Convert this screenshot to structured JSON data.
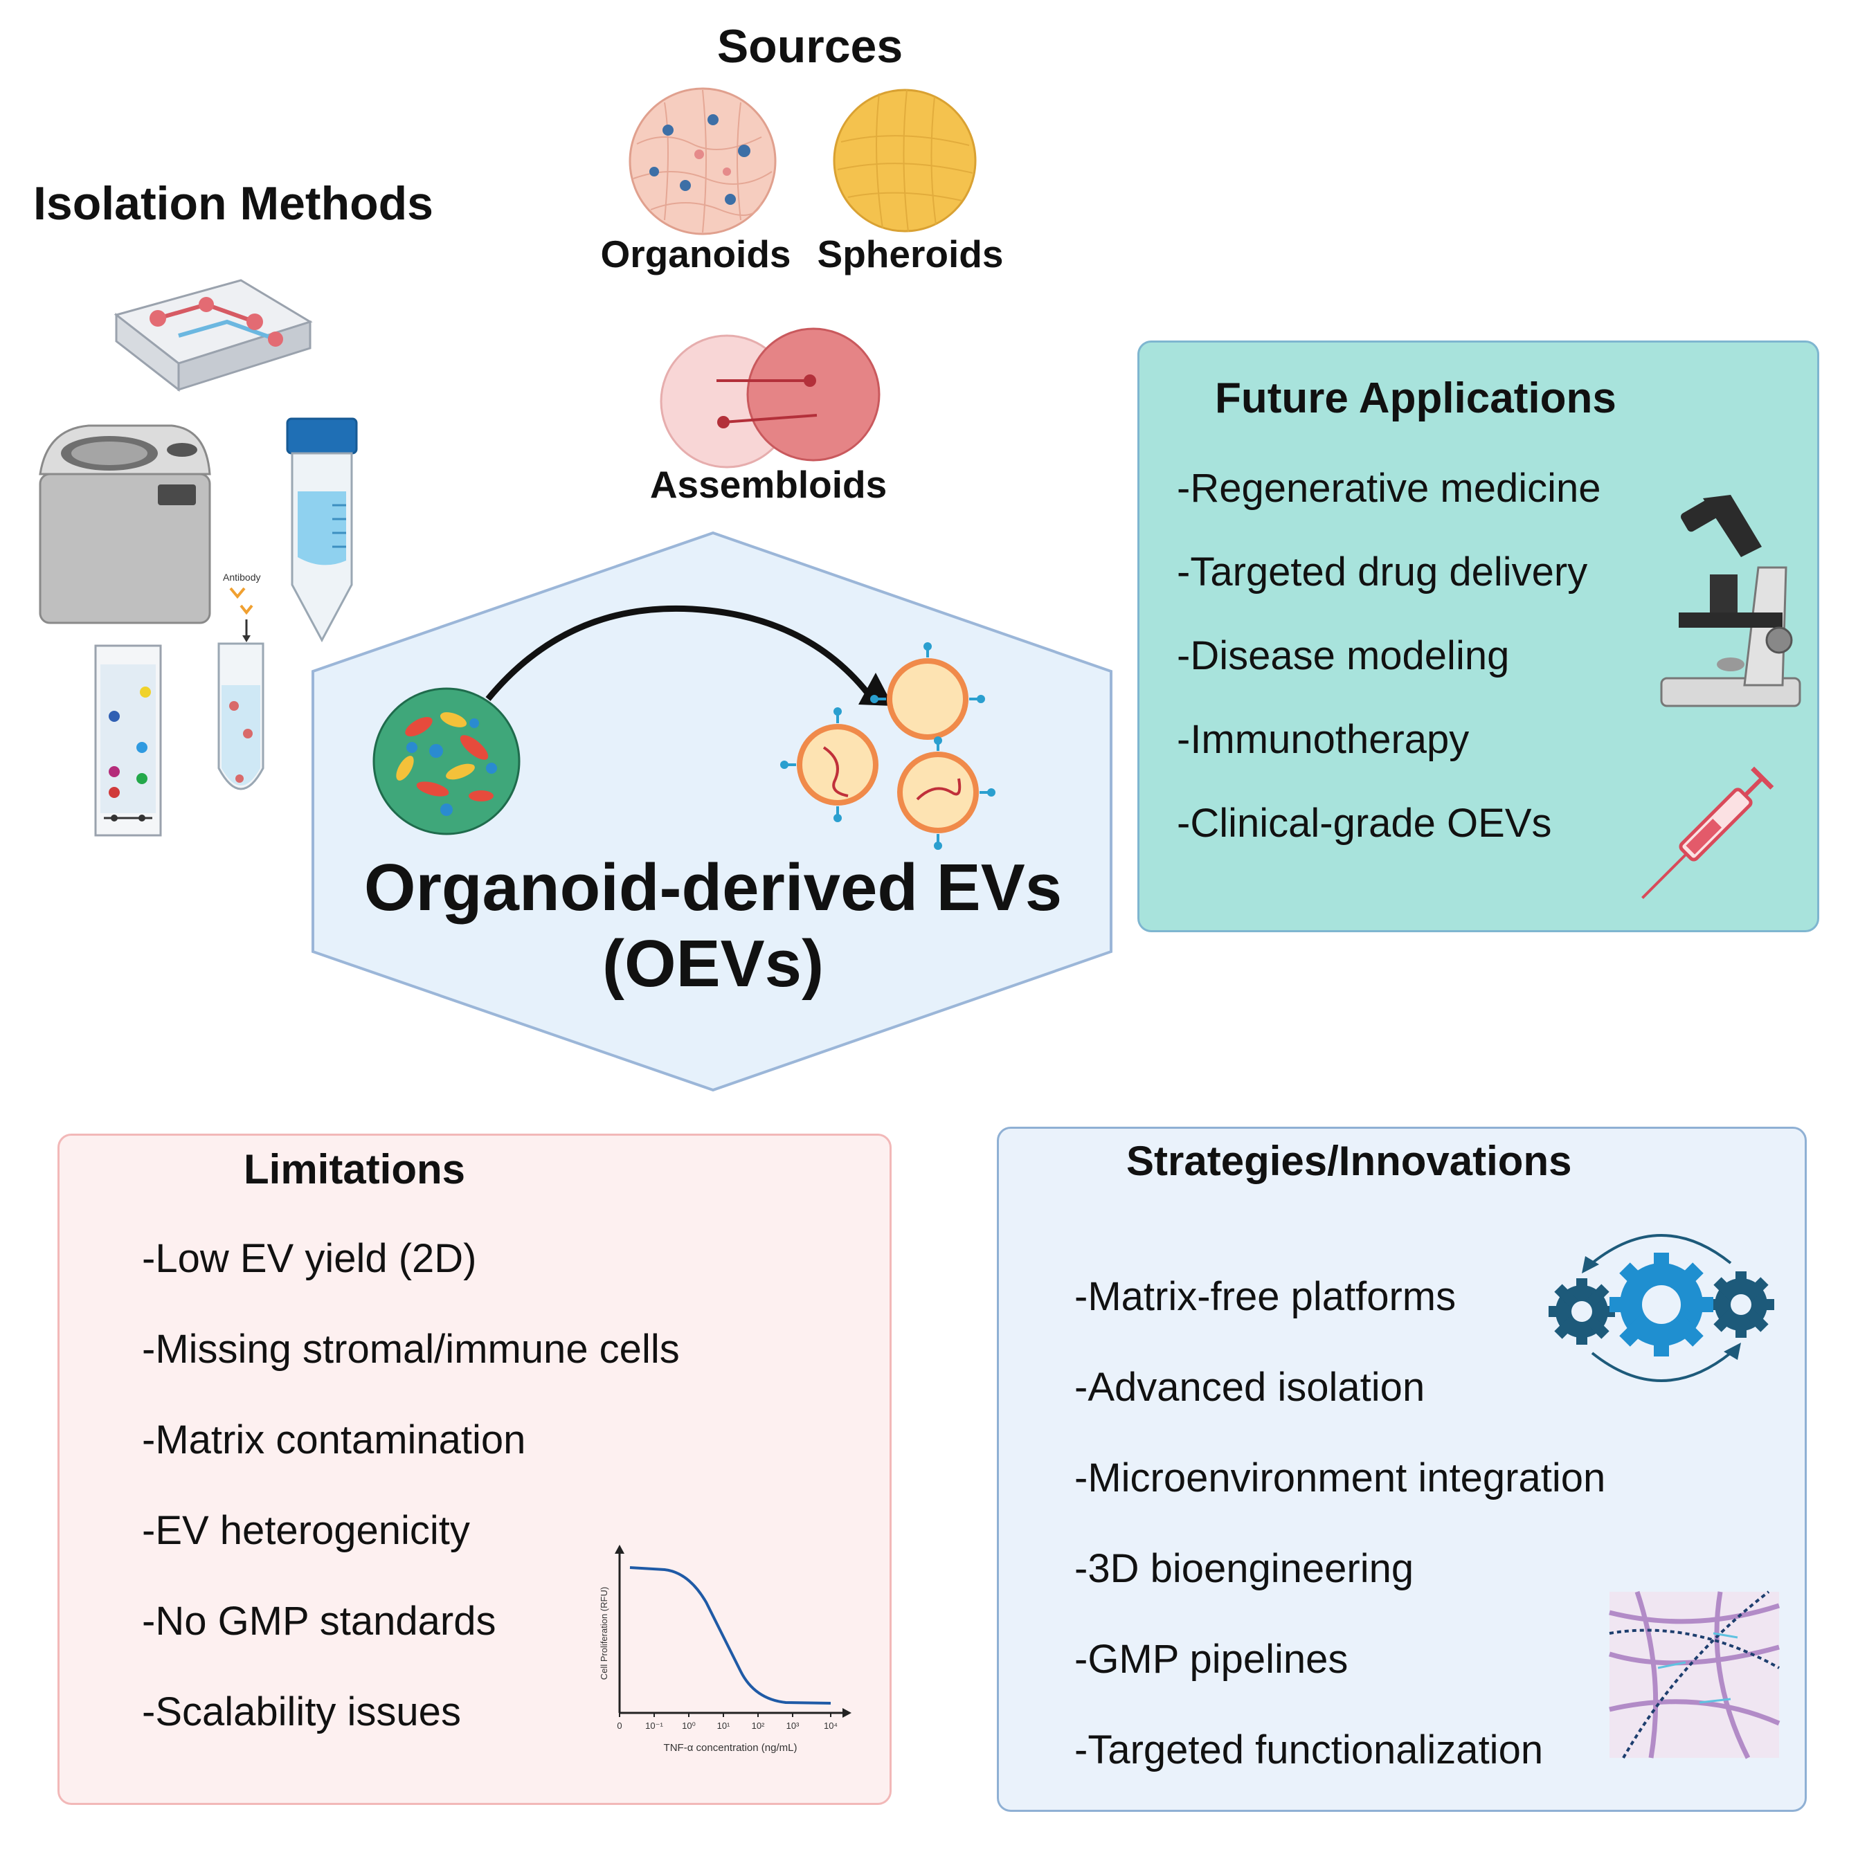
{
  "sources": {
    "title": "Sources",
    "organoids": "Organoids",
    "spheroids": "Spheroids",
    "assembloids": "Assembloids"
  },
  "isolation": {
    "title": "Isolation Methods",
    "antibody_label": "Antibody"
  },
  "center": {
    "line1": "Organoid-derived EVs",
    "line2": "(OEVs)"
  },
  "future": {
    "title": "Future Applications",
    "items": [
      "-Regenerative medicine",
      "-Targeted drug delivery",
      "-Disease modeling",
      "-Immunotherapy",
      "-Clinical-grade OEVs"
    ]
  },
  "limitations": {
    "title": "Limitations",
    "items": [
      "-Low EV yield (2D)",
      "-Missing stromal/immune cells",
      "-Matrix contamination",
      "-EV heterogenicity",
      "-No GMP standards",
      "-Scalability issues"
    ],
    "mini_chart": {
      "ylabel": "Cell Proliferation (RFU)",
      "xlabel": "TNF-α concentration (ng/mL)",
      "ticks": [
        "0",
        "10⁻¹",
        "10⁰",
        "10¹",
        "10²",
        "10³",
        "10⁴"
      ]
    }
  },
  "strategies": {
    "title": "Strategies/Innovations",
    "items": [
      "-Matrix-free platforms",
      "-Advanced isolation",
      "-Microenvironment integration",
      "-3D bioengineering",
      "-GMP pipelines",
      "-Targeted functionalization"
    ]
  },
  "colors": {
    "future_bg": "#a8e3dc",
    "limit_bg": "#fdf0f0",
    "limit_border": "#f2b8b8",
    "strat_bg": "#eaf2fb",
    "strat_border": "#8fb0d4",
    "hex_bg": "#e6f1fb"
  }
}
